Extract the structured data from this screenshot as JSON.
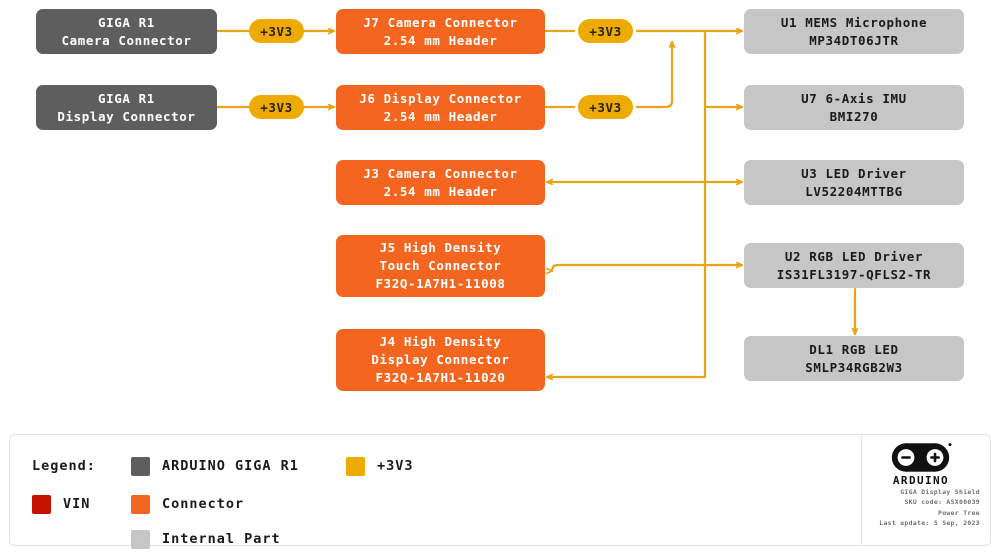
{
  "diagram": {
    "title": "GIGA Display Shield Power Tree",
    "colors": {
      "giga": "#5e5e5e",
      "connector": "#f4661f",
      "internal": "#c6c6c6",
      "rail_3v3": "#edab00",
      "vin": "#c41200",
      "wire": "#e8a417"
    },
    "nodes": [
      {
        "id": "giga-camera",
        "type": "giga",
        "lines": [
          "GIGA R1",
          "Camera Connector"
        ]
      },
      {
        "id": "giga-display",
        "type": "giga",
        "lines": [
          "GIGA R1",
          "Display Connector"
        ]
      },
      {
        "id": "j7",
        "type": "connector",
        "lines": [
          "J7 Camera Connector",
          "2.54 mm Header"
        ]
      },
      {
        "id": "j6",
        "type": "connector",
        "lines": [
          "J6 Display Connector",
          "2.54 mm Header"
        ]
      },
      {
        "id": "j3",
        "type": "connector",
        "lines": [
          "J3 Camera Connector",
          "2.54 mm Header"
        ]
      },
      {
        "id": "j5",
        "type": "connector",
        "lines": [
          "J5 High Density",
          "Touch Connector",
          "F32Q-1A7H1-11008"
        ]
      },
      {
        "id": "j4",
        "type": "connector",
        "lines": [
          "J4 High Density",
          "Display Connector",
          "F32Q-1A7H1-11020"
        ]
      },
      {
        "id": "u1",
        "type": "internal",
        "lines": [
          "U1 MEMS Microphone",
          "MP34DT06JTR"
        ]
      },
      {
        "id": "u7",
        "type": "internal",
        "lines": [
          "U7 6-Axis IMU",
          "BMI270"
        ]
      },
      {
        "id": "u3",
        "type": "internal",
        "lines": [
          "U3 LED Driver",
          "LV52204MTTBG"
        ]
      },
      {
        "id": "u2",
        "type": "internal",
        "lines": [
          "U2 RGB LED Driver",
          "IS31FL3197-QFLS2-TR"
        ]
      },
      {
        "id": "dl1",
        "type": "internal",
        "lines": [
          "DL1 RGB LED",
          "SMLP34RGB2W3"
        ]
      }
    ],
    "rail_labels": [
      {
        "id": "rail-1",
        "text": "+3V3"
      },
      {
        "id": "rail-2",
        "text": "+3V3"
      },
      {
        "id": "rail-3",
        "text": "+3V3"
      },
      {
        "id": "rail-4",
        "text": "+3V3"
      }
    ]
  },
  "legend": {
    "title": "Legend:",
    "items": [
      {
        "id": "arduino-giga-r1",
        "label": "ARDUINO GIGA R1",
        "color": "#5e5e5e"
      },
      {
        "id": "rail-3v3",
        "label": "+3V3",
        "color": "#edab00"
      },
      {
        "id": "vin",
        "label": "VIN",
        "color": "#c41200"
      },
      {
        "id": "connector",
        "label": "Connector",
        "color": "#f4661f"
      },
      {
        "id": "internal-part",
        "label": "Internal Part",
        "color": "#c6c6c6"
      }
    ]
  },
  "brand": {
    "logo_wordmark": "ARDUINO",
    "lines": [
      "GIGA Display Shield",
      "SKU code: ASX00039",
      "Power Tree",
      "Last update: 5 Sep, 2023"
    ]
  }
}
